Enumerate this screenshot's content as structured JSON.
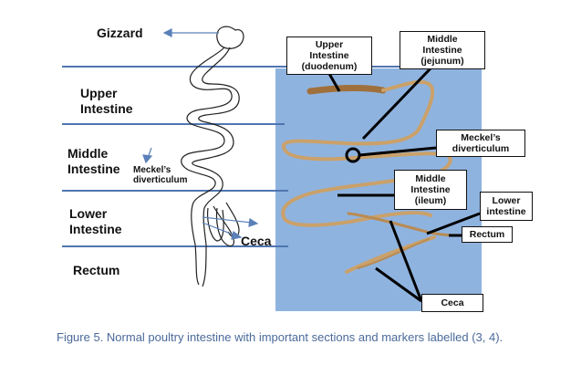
{
  "labels": {
    "gizzard": "Gizzard",
    "upper_intestine": "Upper\nIntestine",
    "middle_intestine": "Middle\nIntestine",
    "meckels_small": "Meckel’s\ndiverticulum",
    "lower_intestine": "Lower\nIntestine",
    "ceca_left": "Ceca",
    "rectum_left": "Rectum"
  },
  "boxes": {
    "upper_duodenum": "Upper\nIntestine\n(duodenum)",
    "middle_jejunum": "Middle\nIntestine\n(jejunum)",
    "meckels": "Meckel’s\ndiverticulum",
    "middle_ileum": "Middle\nIntestine\n(ileum)",
    "lower_intestine": "Lower\nintestine",
    "rectum": "Rectum",
    "ceca": "Ceca"
  },
  "caption": "Figure 5. Normal poultry intestine with important sections and markers labelled (3, 4).",
  "colors": {
    "photo_bg": "#8fb3df",
    "divider": "#4f76b0",
    "tissue": "#caa16a",
    "arrow": "#5a80b8"
  }
}
